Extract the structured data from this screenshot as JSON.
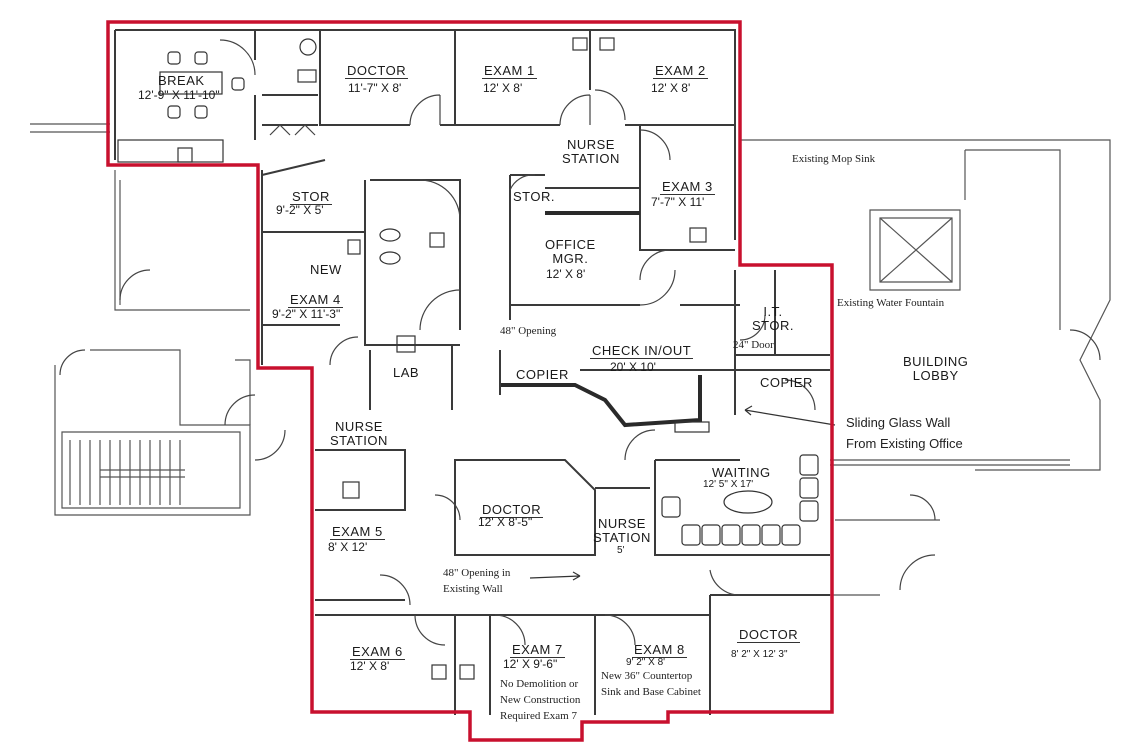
{
  "boundary_color": "#c8102e",
  "rooms": {
    "break": {
      "name": "BREAK",
      "dim": "12'-9\" X 11'-10\""
    },
    "doctor_top": {
      "name": "DOCTOR",
      "dim": "11'-7\" X 8'"
    },
    "exam1": {
      "name": "EXAM 1",
      "dim": "12' X 8'"
    },
    "exam2": {
      "name": "EXAM 2",
      "dim": "12' X 8'"
    },
    "nurse_station_top": {
      "name": "NURSE\nSTATION"
    },
    "exam3": {
      "name": "EXAM 3",
      "dim": "7'-7\" X 11'"
    },
    "stor_left": {
      "name": "STOR",
      "dim": "9'-2\" X 5'"
    },
    "stor_mid": {
      "name": "STOR."
    },
    "office_mgr": {
      "name": "OFFICE\nMGR.",
      "dim": "12' X 8'"
    },
    "new": {
      "name": "NEW"
    },
    "exam4": {
      "name": "EXAM 4",
      "dim": "9'-2\" X 11'-3\""
    },
    "it_stor": {
      "name": "I.T.\nSTOR."
    },
    "check_in_out": {
      "name": "CHECK IN/OUT",
      "dim": "20' X 10'"
    },
    "copier_left": {
      "name": "COPIER"
    },
    "copier_right": {
      "name": "COPIER"
    },
    "lab": {
      "name": "LAB"
    },
    "building_lobby": {
      "name": "BUILDING\nLOBBY"
    },
    "nurse_station_left": {
      "name": "NURSE\nSTATION"
    },
    "waiting": {
      "name": "WAITING",
      "dim": "12' 5\" X 17'"
    },
    "doctor_mid": {
      "name": "DOCTOR",
      "dim": "12' X 8'-5\""
    },
    "nurse_station_mid": {
      "name": "NURSE\nSTATION",
      "dim": "5'"
    },
    "exam5": {
      "name": "EXAM 5",
      "dim": "8' X 12'"
    },
    "exam6": {
      "name": "EXAM 6",
      "dim": "12' X 8'"
    },
    "exam7": {
      "name": "EXAM 7",
      "dim": "12' X 9'-6\""
    },
    "exam8": {
      "name": "EXAM 8",
      "dim": "9' 2\" X 8'"
    },
    "doctor_bottom": {
      "name": "DOCTOR",
      "dim": "8' 2\" X 12' 3\""
    }
  },
  "notes": {
    "mop_sink": "Existing Mop Sink",
    "water_fountain": "Existing Water Fountain",
    "opening_48": "48\" Opening",
    "door_24": "24\" Door",
    "sliding_wall_1": "Sliding Glass Wall",
    "sliding_wall_2": "From Existing Office",
    "opening_existing_1": "48\" Opening in",
    "opening_existing_2": "Existing Wall",
    "countertop_1": "New 36\" Countertop",
    "countertop_2": "Sink and Base Cabinet",
    "exam7_note_1": "No Demolition or",
    "exam7_note_2": "New Construction",
    "exam7_note_3": "Required Exam 7"
  }
}
